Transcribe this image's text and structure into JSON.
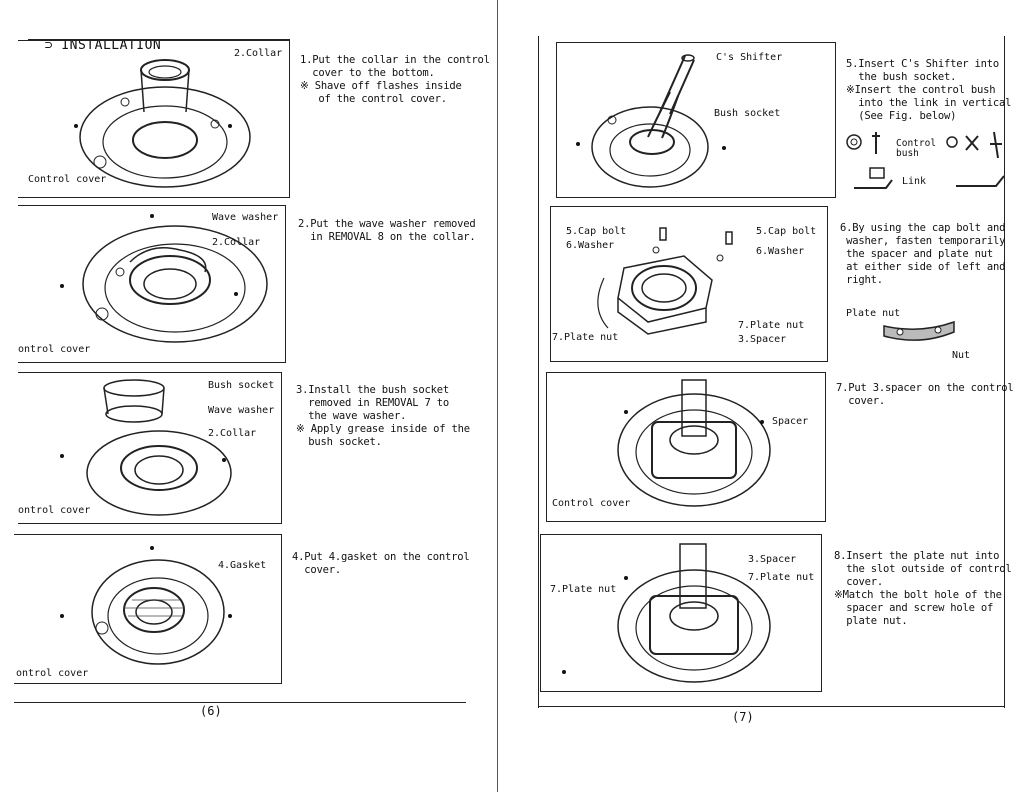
{
  "header": {
    "title": "INSTALLATION"
  },
  "left_page": {
    "steps": [
      {
        "instruction": "1.Put the collar in the control\n  cover to the bottom.\n※ Shave off flashes inside\n   of the control cover.",
        "labels": [
          "2.Collar",
          "Control cover"
        ]
      },
      {
        "instruction": "2.Put the wave washer removed\n  in REMOVAL 8 on the collar.",
        "labels": [
          "Wave washer",
          "2.Collar",
          "ontrol cover"
        ]
      },
      {
        "instruction": "3.Install the bush socket\n  removed in REMOVAL 7 to\n  the wave washer.\n※ Apply grease inside of the\n  bush socket.",
        "labels": [
          "Bush socket",
          "Wave washer",
          "2.Collar",
          "ontrol cover"
        ]
      },
      {
        "instruction": "4.Put 4.gasket on the control\n  cover.",
        "labels": [
          "4.Gasket",
          "ontrol cover"
        ]
      }
    ],
    "page_number": "(6)"
  },
  "right_page": {
    "steps": [
      {
        "instruction": "5.Insert C's Shifter into\n  the bush socket.\n※Insert the control bush\n  into the link in vertical\n  (See Fig. below)",
        "labels": [
          "C's Shifter",
          "Bush socket"
        ],
        "sub_labels": [
          "Control",
          "bush",
          "Link"
        ]
      },
      {
        "instruction": "6.By using the cap bolt and\n washer, fasten temporarily\n the spacer and plate nut\n at either side of left and\n right.",
        "labels": [
          "5.Cap bolt",
          "6.Washer",
          "5.Cap bolt",
          "6.Washer",
          "7.Plate nut",
          "7.Plate nut",
          "3.Spacer"
        ],
        "sub_labels": [
          "Plate nut",
          "Nut"
        ]
      },
      {
        "instruction": "7.Put 3.spacer on the control\n  cover.",
        "labels": [
          "Spacer",
          "Control cover"
        ]
      },
      {
        "instruction": "8.Insert the plate nut into\n  the slot outside of control\n  cover.\n※Match the bolt hole of the\n  spacer and screw hole of\n  plate nut.",
        "labels": [
          "3.Spacer",
          "7.Plate nut",
          "7.Plate nut"
        ]
      }
    ],
    "page_number": "(7)"
  }
}
